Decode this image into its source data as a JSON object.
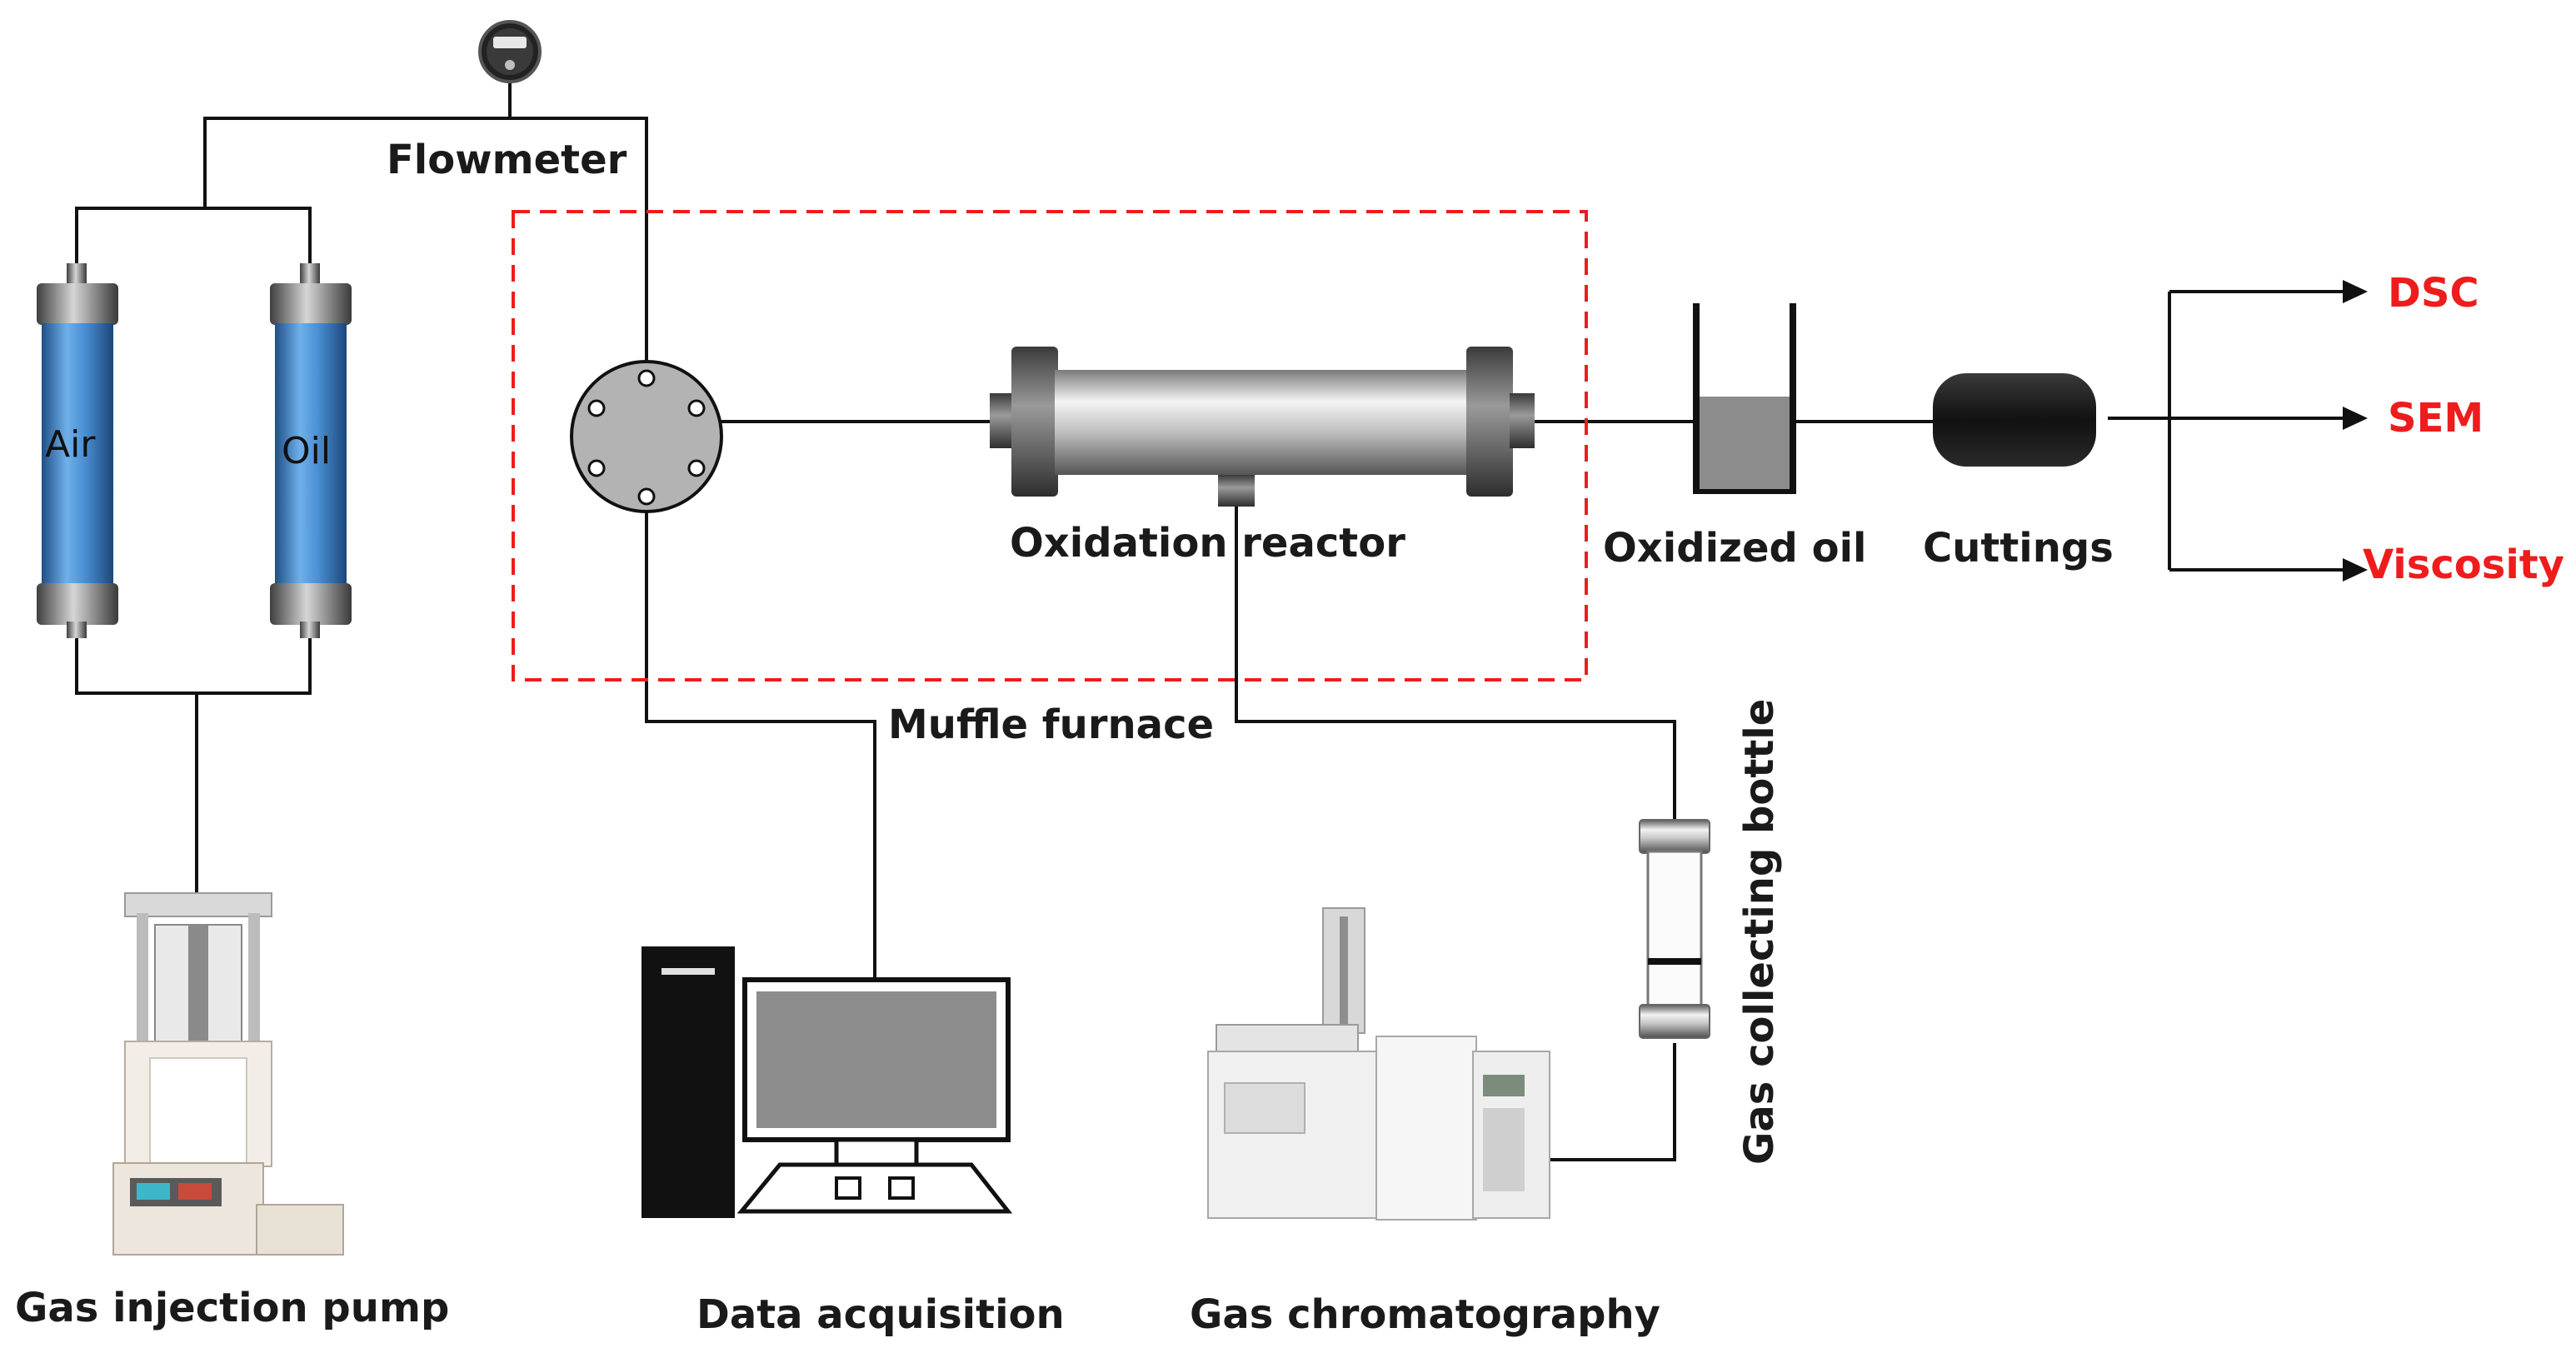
{
  "labels": {
    "flowmeter": "Flowmeter",
    "air": "Air",
    "oil": "Oil",
    "oxidation_reactor": "Oxidation reactor",
    "oxidized_oil": "Oxidized oil",
    "cuttings": "Cuttings",
    "muffle_furnace": "Muffle furnace",
    "gas_collecting_bottle": "Gas collecting bottle",
    "gas_injection_pump": "Gas injection pump",
    "data_acquisition": "Data acquisition",
    "gas_chromatography": "Gas chromatography"
  },
  "outputs": {
    "dsc": "DSC",
    "sem": "SEM",
    "viscosity": "Viscosity"
  },
  "colors": {
    "outline": "#111111",
    "dashed_box": "#ee1c1c",
    "output_text": "#ee1c1c",
    "cylinder_blue": "#4a8fd4",
    "metal": "#9a9a9a"
  }
}
